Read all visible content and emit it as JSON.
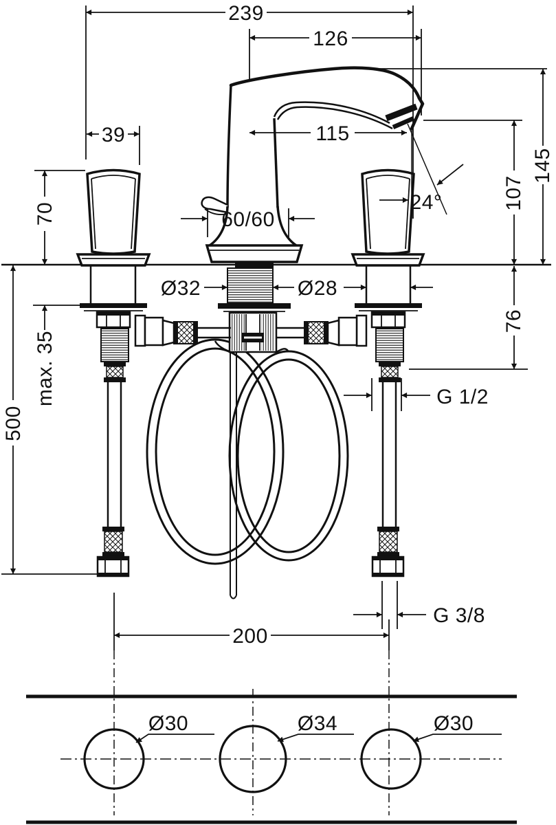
{
  "colors": {
    "line": "#111111",
    "background": "#ffffff"
  },
  "labels": {
    "overall_depth": "239",
    "spout_offset": "126",
    "handle_width": "39",
    "spout_reach": "115",
    "total_height": "145",
    "spout_height": "107",
    "spray_angle": "24°",
    "handle_height": "70",
    "base_size": "60/60",
    "shank_diameter": "Ø32",
    "valve_diameter": "Ø28",
    "depth_below_deck": "76",
    "max_deck_thickness": "max. 35",
    "hose_length": "500",
    "hose_thread": "G 1/2",
    "supply_thread": "G 3/8",
    "hole_spacing": "200",
    "hole_left": "Ø30",
    "hole_center": "Ø34",
    "hole_right": "Ø30"
  }
}
